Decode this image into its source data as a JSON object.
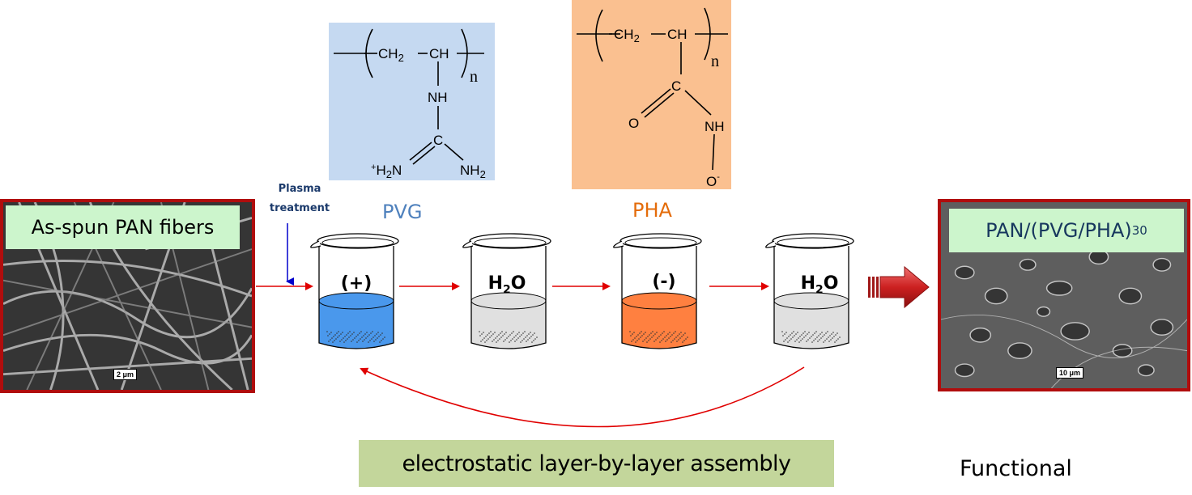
{
  "colors": {
    "pvg_box": "#c5d9f1",
    "pha_box": "#fac090",
    "pvg_text": "#4f81bd",
    "pha_text": "#e46c0a",
    "pvg_solution": "#4a98ec",
    "pha_solution": "#ff8040",
    "water_solution": "#e0e0e0",
    "arrow_red": "#e00000",
    "plasma_arrow": "#0000cc",
    "frame_red": "#b00d0d",
    "label_green": "#ccf5cc",
    "assembly_green": "#c3d69b"
  },
  "pvg_structure": {
    "repeat_left": "CH",
    "repeat_left_sub": "2",
    "repeat_right": "CH",
    "subscript_n": "n",
    "side_nh": "NH",
    "side_c": "C",
    "left_group_charge": "+",
    "left_group": "H",
    "left_group_sub": "2",
    "left_group_end": "N",
    "right_group": "NH",
    "right_group_sub": "2"
  },
  "pha_structure": {
    "repeat_left": "CH",
    "repeat_left_sub": "2",
    "repeat_right": "CH",
    "subscript_n": "n",
    "carbonyl_c": "C",
    "carbonyl_o": "O",
    "side_nh": "NH",
    "terminal_o": "O",
    "terminal_charge": "-"
  },
  "start_panel": {
    "title": "As-spun PAN fibers",
    "scale_bar": "2 μm"
  },
  "end_panel": {
    "title": "PAN/(PVG/PHA)",
    "title_sub": "30",
    "scale_bar": "10 μm"
  },
  "plasma": {
    "line1": "Plasma",
    "line2": "treatment"
  },
  "polymers": {
    "pvg": "PVG",
    "pha": "PHA"
  },
  "beakers": [
    {
      "label": "(+)",
      "sub": "",
      "after": "",
      "solution": "pvg"
    },
    {
      "label": "H",
      "sub": "2",
      "after": "O",
      "solution": "water"
    },
    {
      "label": "(-)",
      "sub": "",
      "after": "",
      "solution": "pha"
    },
    {
      "label": "H",
      "sub": "2",
      "after": "O",
      "solution": "water"
    }
  ],
  "assembly_label": "electrostatic layer-by-layer assembly",
  "functional_label": "Functional"
}
